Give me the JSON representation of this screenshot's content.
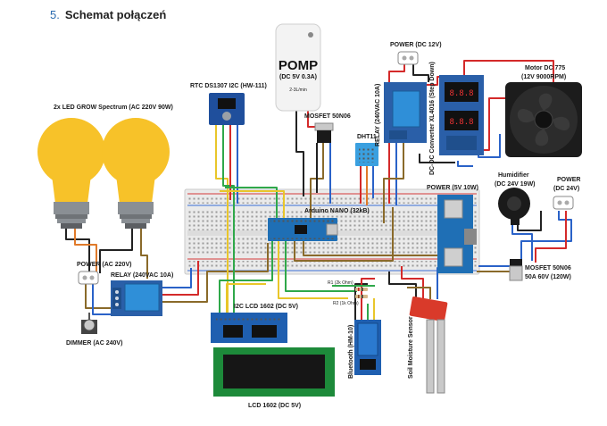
{
  "heading": {
    "number": "5.",
    "title": "Schemat połączeń"
  },
  "labels": {
    "led": "2x LED GROW Spectrum (AC 220V 90W)",
    "power_ac": "POWER (AC 220V)",
    "relay_left": "RELAY (240VAC 10A)",
    "dimmer": "DIMMER (AC 240V)",
    "rtc": "RTC DS1307 I2C (HW-111)",
    "pomp_title": "POMP",
    "pomp_spec": "(DC 5V 0.3A)",
    "pomp_flow": "2-3L/min",
    "mosfet_top": "MOSFET 50N06",
    "dht": "DHT11",
    "relay_right": "RELAY (240VAC 10A)",
    "power_12": "POWER (DC 12V)",
    "dcdc": "DC-DC Converter XL4016 (Step Down)",
    "motor_1": "Motor DC 775",
    "motor_2": "(12V 9000RPM)",
    "power_5": "POWER (5V 10W)",
    "arduino": "Arduino NANO (32kB)",
    "humid_1": "Humidifier",
    "humid_2": "(DC 24V 19W)",
    "power_24_1": "POWER",
    "power_24_2": "(DC 24V)",
    "mosfet_right_1": "MOSFET 50N06",
    "mosfet_right_2": "50A 60V (120W)",
    "r1": "R1 (2k Ohm)",
    "r2": "R2 (1k Ohm)",
    "i2c_lcd": "I2C LCD 1602 (DC 5V)",
    "lcd": "LCD 1602 (DC 5V)",
    "bluetooth": "Bluetooth (HM-10)",
    "soil": "Soil Moisture Sensor"
  },
  "colors": {
    "bulb": "#f7c229",
    "bulb_base": "#8a8f94",
    "breadboard": "#e9e9e9",
    "rail_red": "#d63a3a",
    "rail_blue": "#3a6fd6",
    "arduino": "#1f6fb5",
    "relay_board": "#2a5fa8",
    "relay": "#2f8fd8",
    "lcd_frame": "#1d8a3a",
    "lcd_screen": "#161616",
    "dht": "#3aa0e0",
    "soil": "#d93a2a",
    "wire_red": "#d42a2a",
    "wire_blue": "#2a62c8",
    "wire_green": "#2fa84a",
    "wire_yellow": "#e9c62a",
    "wire_brown": "#8a6a2a",
    "wire_black": "#222222",
    "wire_orange": "#e07a2a"
  }
}
